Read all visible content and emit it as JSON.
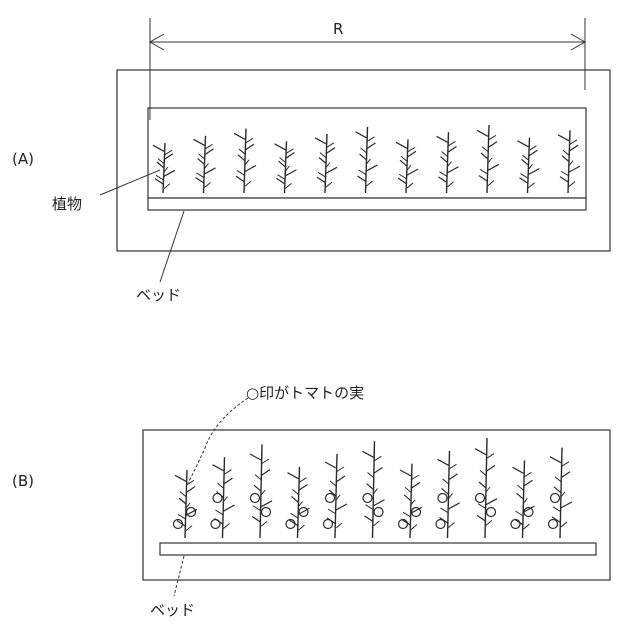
{
  "panel_a": {
    "label": "(A)",
    "dimension_label": "R",
    "plant_label": "植物",
    "bed_label": "ベッド",
    "plant_count": 11
  },
  "panel_b": {
    "label": "(B)",
    "tomato_label": "○印がトマトの実",
    "bed_label": "ベッド",
    "plant_count": 11
  }
}
